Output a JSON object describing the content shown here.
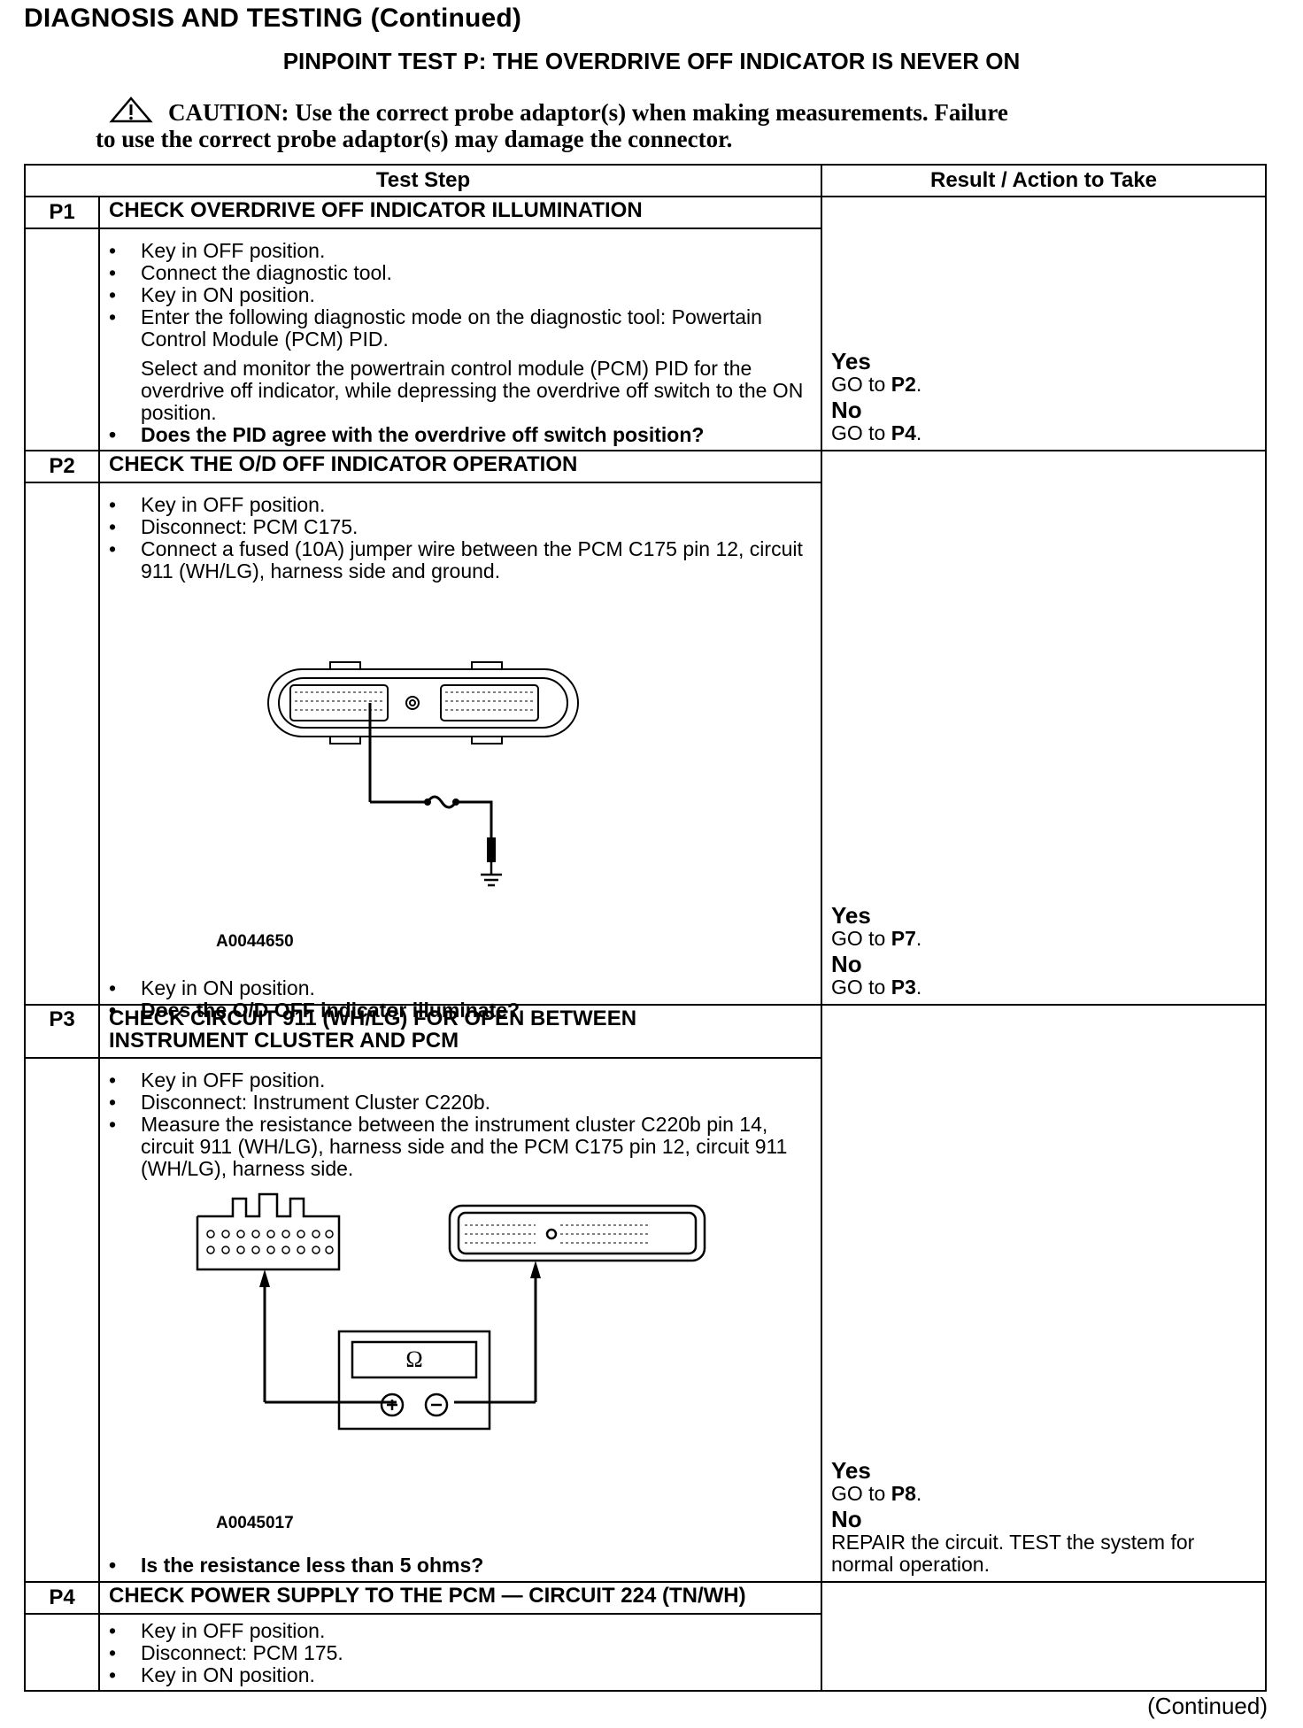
{
  "page": {
    "section_title": "DIAGNOSIS AND TESTING (Continued)",
    "test_title": "PINPOINT TEST P: THE OVERDRIVE OFF INDICATOR IS NEVER ON",
    "caution_line1": "CAUTION: Use the correct probe adaptor(s) when making measurements. Failure",
    "caution_line2": "to use the correct probe adaptor(s) may damage the connector.",
    "footer": "(Continued)"
  },
  "table": {
    "header_step": "Test Step",
    "header_result": "Result / Action to Take"
  },
  "steps": [
    {
      "id": "P1",
      "title": "CHECK OVERDRIVE OFF INDICATOR ILLUMINATION",
      "items": [
        "Key in OFF position.",
        "Connect the diagnostic tool.",
        "Key in ON position.",
        "Enter the following diagnostic mode on the diagnostic tool: Powertain Control Module (PCM) PID."
      ],
      "note": "Select and monitor the powertrain control module (PCM) PID for the overdrive off indicator, while depressing the overdrive off switch to the ON position.",
      "question": "Does the PID agree with the overdrive off switch position?",
      "yes_label": "Yes",
      "yes_prefix": "GO to",
      "yes_target": "P2",
      "no_label": "No",
      "no_prefix": "GO to",
      "no_target": "P4"
    },
    {
      "id": "P2",
      "title": "CHECK THE O/D OFF INDICATOR OPERATION",
      "items": [
        "Key in OFF position.",
        "Disconnect: PCM C175.",
        "Connect a fused (10A) jumper wire between the PCM C175 pin 12, circuit 911 (WH/LG), harness side and ground."
      ],
      "figure_id": "A0044650",
      "after_items": [
        "Key in ON position."
      ],
      "question": "Does the O/D OFF indicator illuminate?",
      "yes_label": "Yes",
      "yes_prefix": "GO to",
      "yes_target": "P7",
      "no_label": "No",
      "no_prefix": "GO to",
      "no_target": "P3"
    },
    {
      "id": "P3",
      "title_line1": "CHECK CIRCUIT 911 (WH/LG) FOR OPEN BETWEEN",
      "title_line2": "INSTRUMENT CLUSTER AND PCM",
      "items": [
        "Key in OFF position.",
        "Disconnect: Instrument Cluster C220b.",
        "Measure the resistance between the instrument cluster C220b pin 14, circuit 911 (WH/LG), harness side and the PCM C175 pin 12, circuit 911 (WH/LG), harness side."
      ],
      "figure_id": "A0045017",
      "meter_symbol": "Ω",
      "question": "Is the resistance less than 5 ohms?",
      "yes_label": "Yes",
      "yes_prefix": "GO to",
      "yes_target": "P8",
      "no_label": "No",
      "no_text": "REPAIR the circuit. TEST the system for normal operation."
    },
    {
      "id": "P4",
      "title": "CHECK POWER SUPPLY TO THE PCM — CIRCUIT 224 (TN/WH)",
      "items": [
        "Key in OFF position.",
        "Disconnect: PCM 175.",
        "Key in ON position."
      ]
    }
  ]
}
